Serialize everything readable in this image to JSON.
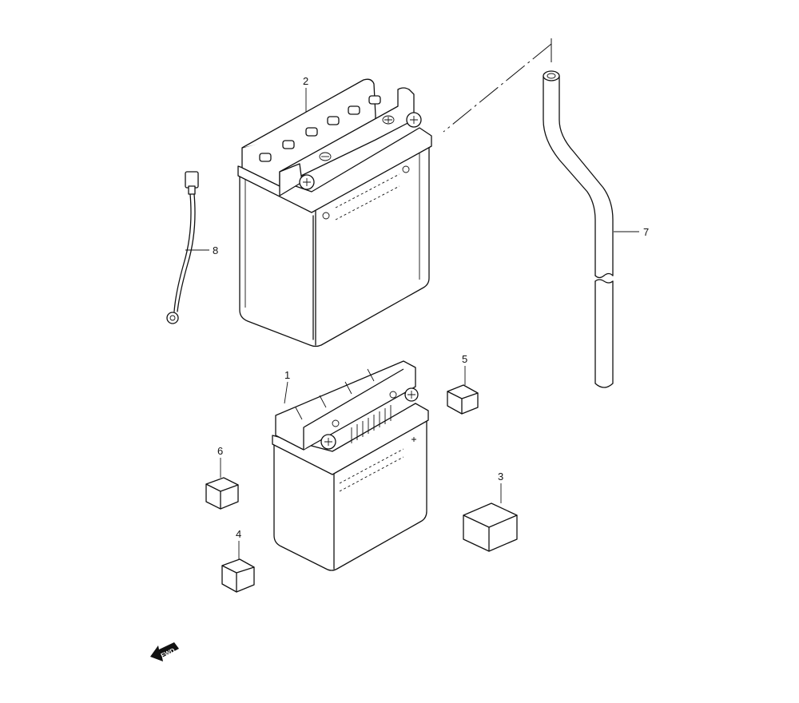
{
  "diagram": {
    "callouts": [
      {
        "id": "1",
        "label": "1"
      },
      {
        "id": "2",
        "label": "2"
      },
      {
        "id": "3",
        "label": "3"
      },
      {
        "id": "4",
        "label": "4"
      },
      {
        "id": "5",
        "label": "5"
      },
      {
        "id": "6",
        "label": "6"
      },
      {
        "id": "7",
        "label": "7"
      },
      {
        "id": "8",
        "label": "8"
      }
    ],
    "direction_indicator": "FWD"
  }
}
